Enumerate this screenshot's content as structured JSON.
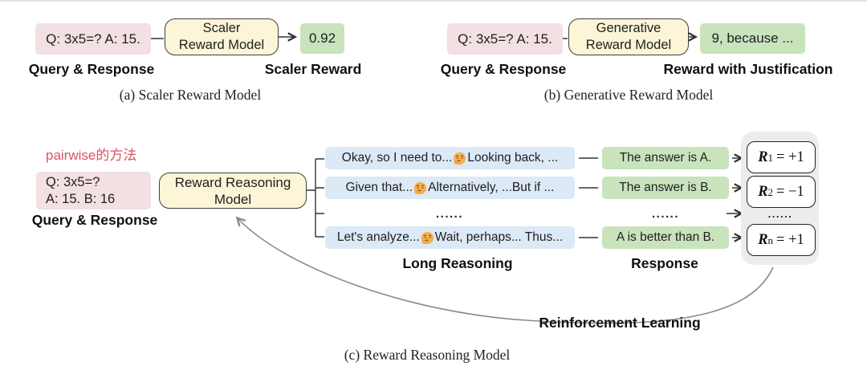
{
  "panel_a": {
    "caption": "(a) Scaler Reward Model",
    "input_text": "Q: 3x5=? A: 15.",
    "input_label": "Query & Response",
    "model_line1": "Scaler",
    "model_line2": "Reward Model",
    "output_text": "0.92",
    "output_label": "Scaler Reward"
  },
  "panel_b": {
    "caption": "(b) Generative Reward Model",
    "input_text": "Q: 3x5=? A: 15.",
    "input_label": "Query & Response",
    "model_line1": "Generative",
    "model_line2": "Reward Model",
    "output_text": "9, because ...",
    "output_label": "Reward with Justification"
  },
  "panel_c": {
    "caption": "(c) Reward Reasoning Model",
    "annotation": "pairwise的方法",
    "input_line1": "Q: 3x5=?",
    "input_line2": "A: 15. B: 16",
    "input_label": "Query & Response",
    "model_line1": "Reward Reasoning",
    "model_line2": "Model",
    "long_reasoning_label": "Long Reasoning",
    "response_label": "Response",
    "rl_label": "Reinforcement Learning",
    "dots": "......",
    "reward_symbol": "R",
    "rows": [
      {
        "reasoning_pre": "Okay, so I need to...",
        "reasoning_post": "Looking back, ...",
        "response": "The answer is A.",
        "reward_sub": "1",
        "reward_eq": "= +1"
      },
      {
        "reasoning_pre": "Given that...",
        "reasoning_post": "Alternatively, ...But if ...",
        "response": "The answer is B.",
        "reward_sub": "2",
        "reward_eq": "= −1"
      },
      {
        "reasoning_pre": "Let's analyze... ",
        "reasoning_post": "Wait, perhaps... Thus...",
        "response": "A is better than B.",
        "reward_sub": "n",
        "reward_eq": "= +1"
      }
    ]
  },
  "icons": {
    "thinking_emoji": "thinking-face"
  },
  "colors": {
    "pink_box": "#f2e0e3",
    "yellow_box": "#fcf5d7",
    "green_box": "#c9e3bd",
    "blue_box": "#dce9f6",
    "gray_container": "#ececec",
    "annotation_red": "#d9545f",
    "line_dark": "#333333",
    "curve_gray": "#8a8a8a"
  }
}
